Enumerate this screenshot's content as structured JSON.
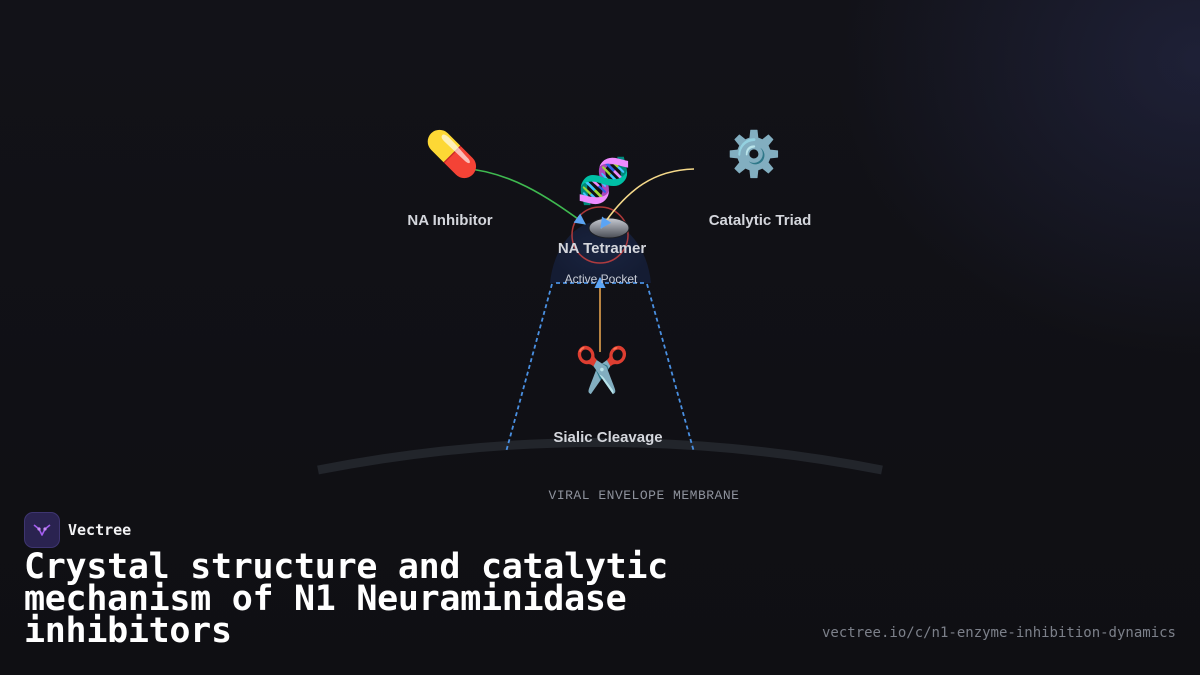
{
  "diagram": {
    "nodes": {
      "inhibitor": {
        "label": "NA Inhibitor",
        "icon": "pill-icon",
        "glyph": "💊"
      },
      "triad": {
        "label": "Catalytic Triad",
        "icon": "gear-icon",
        "glyph": "⚙️"
      },
      "tetramer": {
        "label": "NA Tetramer",
        "icon": "dna-icon",
        "glyph": "🧬",
        "sublabel": "Active Pocket"
      },
      "cleavage": {
        "label": "Sialic Cleavage",
        "icon": "scissors-icon",
        "glyph": "✂️"
      }
    },
    "membrane_label": "VIRAL ENVELOPE MEMBRANE"
  },
  "colors": {
    "inhibitor_arrow": "#3fb950",
    "triad_arrow": "#f5d98a",
    "cleavage_arrow": "#e3a14d",
    "arrowhead": "#5ba4f5",
    "dashed_lines": "#4a90e2",
    "pocket_ring": "#c94040",
    "membrane": "#22252b"
  },
  "brand": {
    "name": "Vectree",
    "logo_icon": "vectree-logo-icon"
  },
  "title": "Crystal structure and catalytic mechanism of N1 Neuraminidase inhibitors",
  "source_url": "vectree.io/c/n1-enzyme-inhibition-dynamics"
}
